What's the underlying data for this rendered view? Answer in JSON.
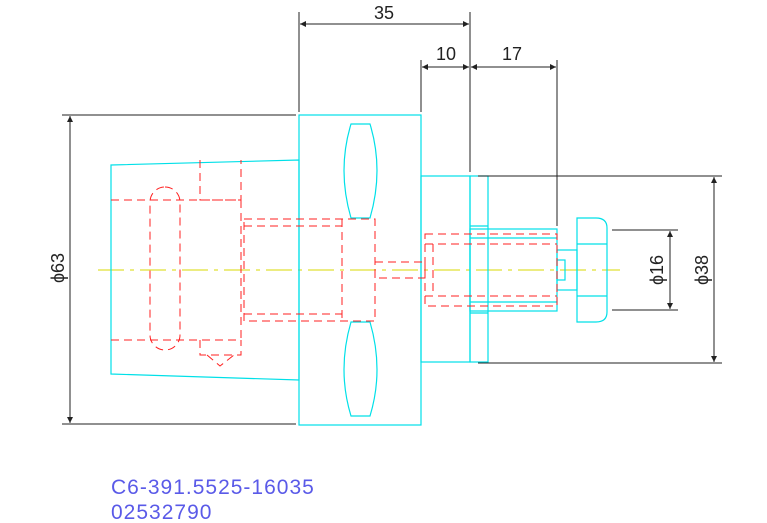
{
  "drawing": {
    "dimensions": {
      "overall_length": "35",
      "shoulder_length": "10",
      "pilot_length": "17",
      "body_diameter": "ϕ63",
      "pilot_diameter": "ϕ16",
      "flange_diameter": "ϕ38"
    },
    "caption": {
      "part_number": "C6-391.5525-16035",
      "order_code": "02532790"
    },
    "colors": {
      "outline": "#00e0e8",
      "hidden": "#ff2020",
      "centerline": "#d8d800",
      "dimension": "#222222",
      "caption": "#5a5ae8"
    }
  }
}
